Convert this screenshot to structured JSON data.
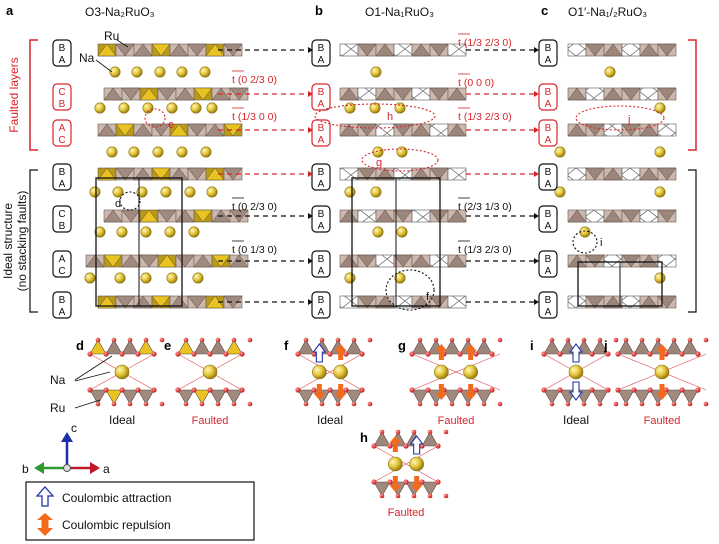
{
  "panels": {
    "a": {
      "letter": "a",
      "title": "O3-Na₂RuO₃"
    },
    "b": {
      "letter": "b",
      "title": "O1-Na₁RuO₃"
    },
    "c": {
      "letter": "c",
      "title": "O1′-Na₁/₂RuO₃"
    }
  },
  "side_labels": {
    "faulted": "Faulted layers",
    "ideal_line1": "Ideal structure",
    "ideal_line2": "(no stacking faults)"
  },
  "atom_labels": {
    "ru": "Ru",
    "na": "Na"
  },
  "stacking": {
    "a": [
      "BA",
      "CB",
      "AC",
      "BA",
      "CB",
      "AC",
      "BA"
    ],
    "b": [
      "BA",
      "BA",
      "BA",
      "BA",
      "BA",
      "BA",
      "BA"
    ],
    "c": [
      "BA",
      "BA",
      "BA",
      "BA",
      "BA",
      "BA",
      "BA"
    ]
  },
  "translations_ab": [
    "t (0 ₂/₃ 0)",
    "t (¹/₃ 0 0)",
    "t (0 ²/₃ 0)",
    "t (0 ¹/₃ 0)"
  ],
  "translations_ab_list": [
    {
      "text": "t (0 2/3 0)",
      "faulted": true
    },
    {
      "text": "t (1/3 0 0)",
      "faulted": true
    },
    {
      "text": "t (0 2/3 0)",
      "faulted": false
    },
    {
      "text": "t (0 1/3 0)",
      "faulted": false
    }
  ],
  "translations_bc_list": [
    {
      "text": "t (1/3 2/3 0)",
      "faulted": true
    },
    {
      "text": "t (0 0 0)",
      "faulted": true
    },
    {
      "text": "t (1/3 2/3 0)",
      "faulted": true
    },
    {
      "text": "t (2/3 1/3 0)",
      "faulted": false
    },
    {
      "text": "t (1/3 2/3 0)",
      "faulted": false
    }
  ],
  "markers": {
    "e": "e",
    "h": "h",
    "g": "g",
    "j": "j",
    "d": "d",
    "f": "f",
    "i": "i"
  },
  "small_panels": [
    {
      "letter": "d",
      "caption": "Ideal",
      "faulted": false
    },
    {
      "letter": "e",
      "caption": "Faulted",
      "faulted": true
    },
    {
      "letter": "f",
      "caption": "Ideal",
      "faulted": false
    },
    {
      "letter": "g",
      "caption": "Faulted",
      "faulted": true
    },
    {
      "letter": "h",
      "caption": "Faulted",
      "faulted": true
    },
    {
      "letter": "i",
      "caption": "Ideal",
      "faulted": false
    },
    {
      "letter": "j",
      "caption": "Faulted",
      "faulted": true
    }
  ],
  "small_labels": {
    "na": "Na",
    "ru": "Ru"
  },
  "axes": {
    "a": "a",
    "b": "b",
    "c": "c"
  },
  "legend": {
    "attraction": "Coulombic attraction",
    "repulsion": "Coulombic repulsion"
  },
  "colors": {
    "red": "#d7262b",
    "gold": "#e8c321",
    "brown": "#a08a80",
    "na_ball": "#e3c63a",
    "attraction": "#2233aa",
    "repulsion": "#f26b1d"
  }
}
